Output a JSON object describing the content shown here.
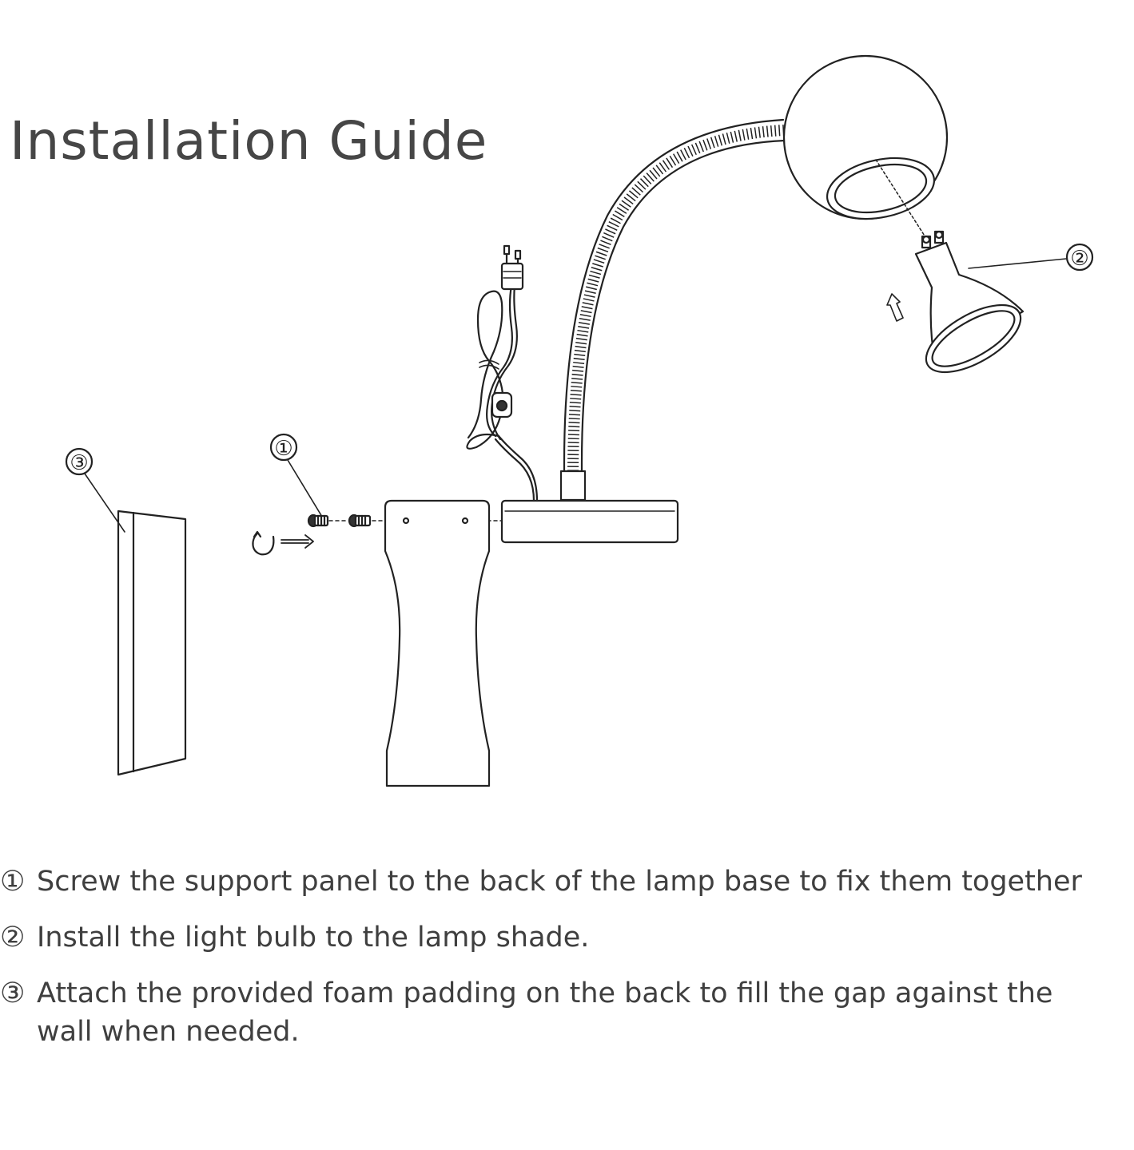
{
  "title": "Installation Guide",
  "callouts": {
    "screws": "①",
    "bulb": "②",
    "foam": "③"
  },
  "steps": [
    {
      "marker": "①",
      "text": "Screw the support panel to the back of the lamp base to fix them together"
    },
    {
      "marker": "②",
      "text": "Install the light bulb to the lamp shade."
    },
    {
      "marker": "③",
      "text": "Attach the provided foam padding on the back to fill the gap against the wall when needed."
    }
  ],
  "colors": {
    "line": "#222222",
    "text": "#3f3f3f",
    "background": "#ffffff"
  }
}
